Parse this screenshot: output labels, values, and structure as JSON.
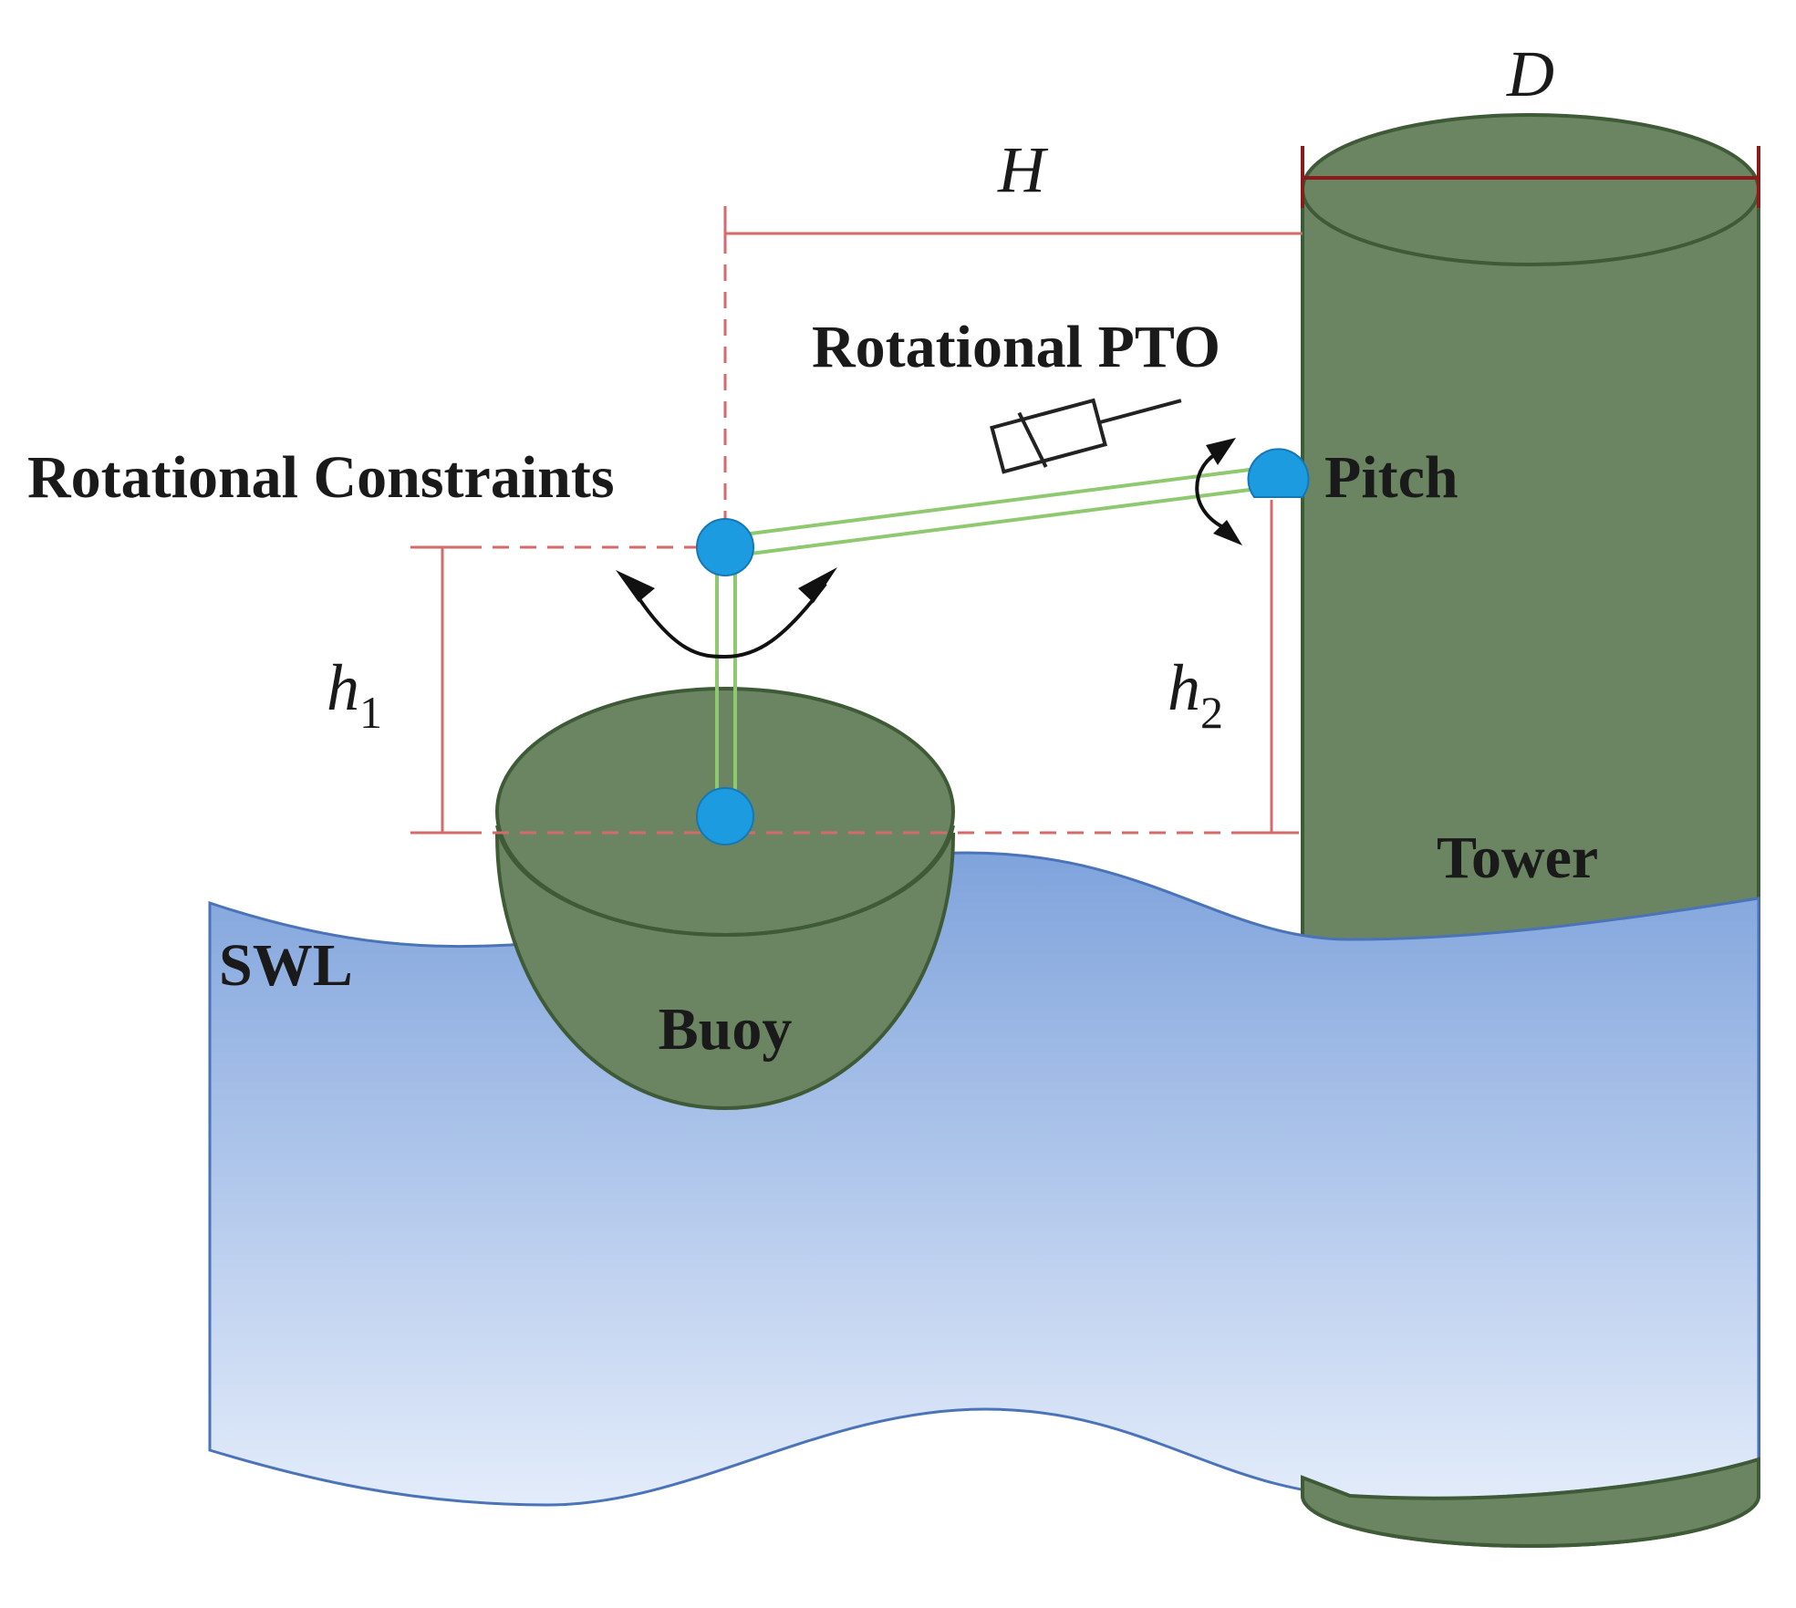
{
  "labels": {
    "dimension_D": "D",
    "dimension_H": "H",
    "dimension_h1_main": "h",
    "dimension_h1_sub": "1",
    "dimension_h2_main": "h",
    "dimension_h2_sub": "2",
    "rotational_pto": "Rotational PTO",
    "rotational_constraints": "Rotational Constraints",
    "pitch": "Pitch",
    "tower": "Tower",
    "swl": "SWL",
    "buoy": "Buoy"
  },
  "colors": {
    "body_green": "#6b8562",
    "body_outline": "#3f5a37",
    "water_top": "#7fa3dc",
    "water_bottom": "#dde8f8",
    "water_outline": "#4a73b8",
    "joint_blue": "#1d9be0",
    "dimension_red": "#d46a6a",
    "dimension_dark_red": "#8b1a1a",
    "arm_green": "#8fc96f",
    "arrow_black": "#111111"
  }
}
